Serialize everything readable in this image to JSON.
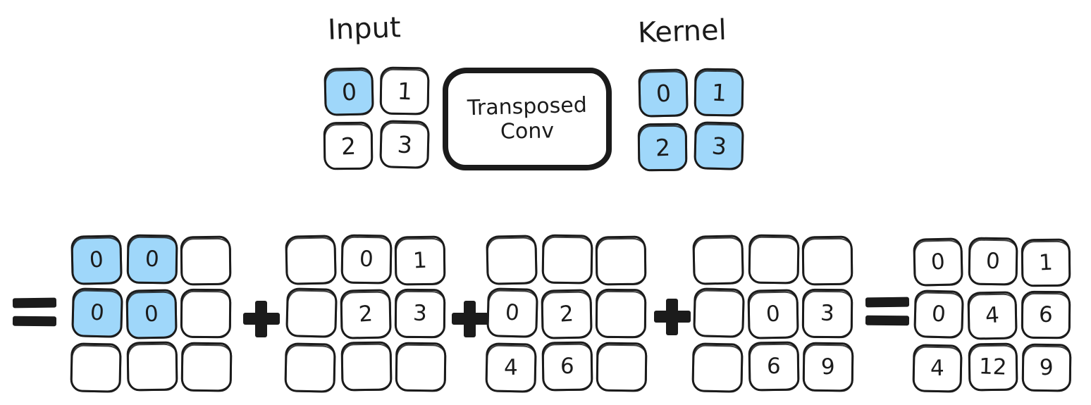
{
  "diagram": {
    "title_input": "Input",
    "title_kernel": "Kernel",
    "operation_label_line1": "Transposed",
    "operation_label_line2": "Conv",
    "equals_symbol": "=",
    "plus_symbol": "+",
    "highlight_color": "#9fd7fa",
    "stroke_color": "#1b1b1b",
    "background_color": "#ffffff"
  },
  "input_matrix": {
    "name": "Input",
    "rows": 2,
    "cols": 2,
    "cells": [
      {
        "value": "0",
        "highlighted": true
      },
      {
        "value": "1",
        "highlighted": false
      },
      {
        "value": "2",
        "highlighted": false
      },
      {
        "value": "3",
        "highlighted": false
      }
    ]
  },
  "kernel_matrix": {
    "name": "Kernel",
    "rows": 2,
    "cols": 2,
    "cells": [
      {
        "value": "0",
        "highlighted": true
      },
      {
        "value": "1",
        "highlighted": true
      },
      {
        "value": "2",
        "highlighted": true
      },
      {
        "value": "3",
        "highlighted": true
      }
    ]
  },
  "terms": [
    {
      "id": "term-1",
      "rows": 3,
      "cols": 3,
      "cells": [
        {
          "value": "0",
          "highlighted": true
        },
        {
          "value": "0",
          "highlighted": true
        },
        {
          "value": "",
          "highlighted": false
        },
        {
          "value": "0",
          "highlighted": true
        },
        {
          "value": "0",
          "highlighted": true
        },
        {
          "value": "",
          "highlighted": false
        },
        {
          "value": "",
          "highlighted": false
        },
        {
          "value": "",
          "highlighted": false
        },
        {
          "value": "",
          "highlighted": false
        }
      ]
    },
    {
      "id": "term-2",
      "rows": 3,
      "cols": 3,
      "cells": [
        {
          "value": "",
          "highlighted": false
        },
        {
          "value": "0",
          "highlighted": false
        },
        {
          "value": "1",
          "highlighted": false
        },
        {
          "value": "",
          "highlighted": false
        },
        {
          "value": "2",
          "highlighted": false
        },
        {
          "value": "3",
          "highlighted": false
        },
        {
          "value": "",
          "highlighted": false
        },
        {
          "value": "",
          "highlighted": false
        },
        {
          "value": "",
          "highlighted": false
        }
      ]
    },
    {
      "id": "term-3",
      "rows": 3,
      "cols": 3,
      "cells": [
        {
          "value": "",
          "highlighted": false
        },
        {
          "value": "",
          "highlighted": false
        },
        {
          "value": "",
          "highlighted": false
        },
        {
          "value": "0",
          "highlighted": false
        },
        {
          "value": "2",
          "highlighted": false
        },
        {
          "value": "",
          "highlighted": false
        },
        {
          "value": "4",
          "highlighted": false
        },
        {
          "value": "6",
          "highlighted": false
        },
        {
          "value": "",
          "highlighted": false
        }
      ]
    },
    {
      "id": "term-4",
      "rows": 3,
      "cols": 3,
      "cells": [
        {
          "value": "",
          "highlighted": false
        },
        {
          "value": "",
          "highlighted": false
        },
        {
          "value": "",
          "highlighted": false
        },
        {
          "value": "",
          "highlighted": false
        },
        {
          "value": "0",
          "highlighted": false
        },
        {
          "value": "3",
          "highlighted": false
        },
        {
          "value": "",
          "highlighted": false
        },
        {
          "value": "6",
          "highlighted": false
        },
        {
          "value": "9",
          "highlighted": false
        }
      ]
    }
  ],
  "result_matrix": {
    "id": "result",
    "rows": 3,
    "cols": 3,
    "cells": [
      {
        "value": "0",
        "highlighted": false
      },
      {
        "value": "0",
        "highlighted": false
      },
      {
        "value": "1",
        "highlighted": false
      },
      {
        "value": "0",
        "highlighted": false
      },
      {
        "value": "4",
        "highlighted": false
      },
      {
        "value": "6",
        "highlighted": false
      },
      {
        "value": "4",
        "highlighted": false
      },
      {
        "value": "12",
        "highlighted": false
      },
      {
        "value": "9",
        "highlighted": false
      }
    ]
  }
}
